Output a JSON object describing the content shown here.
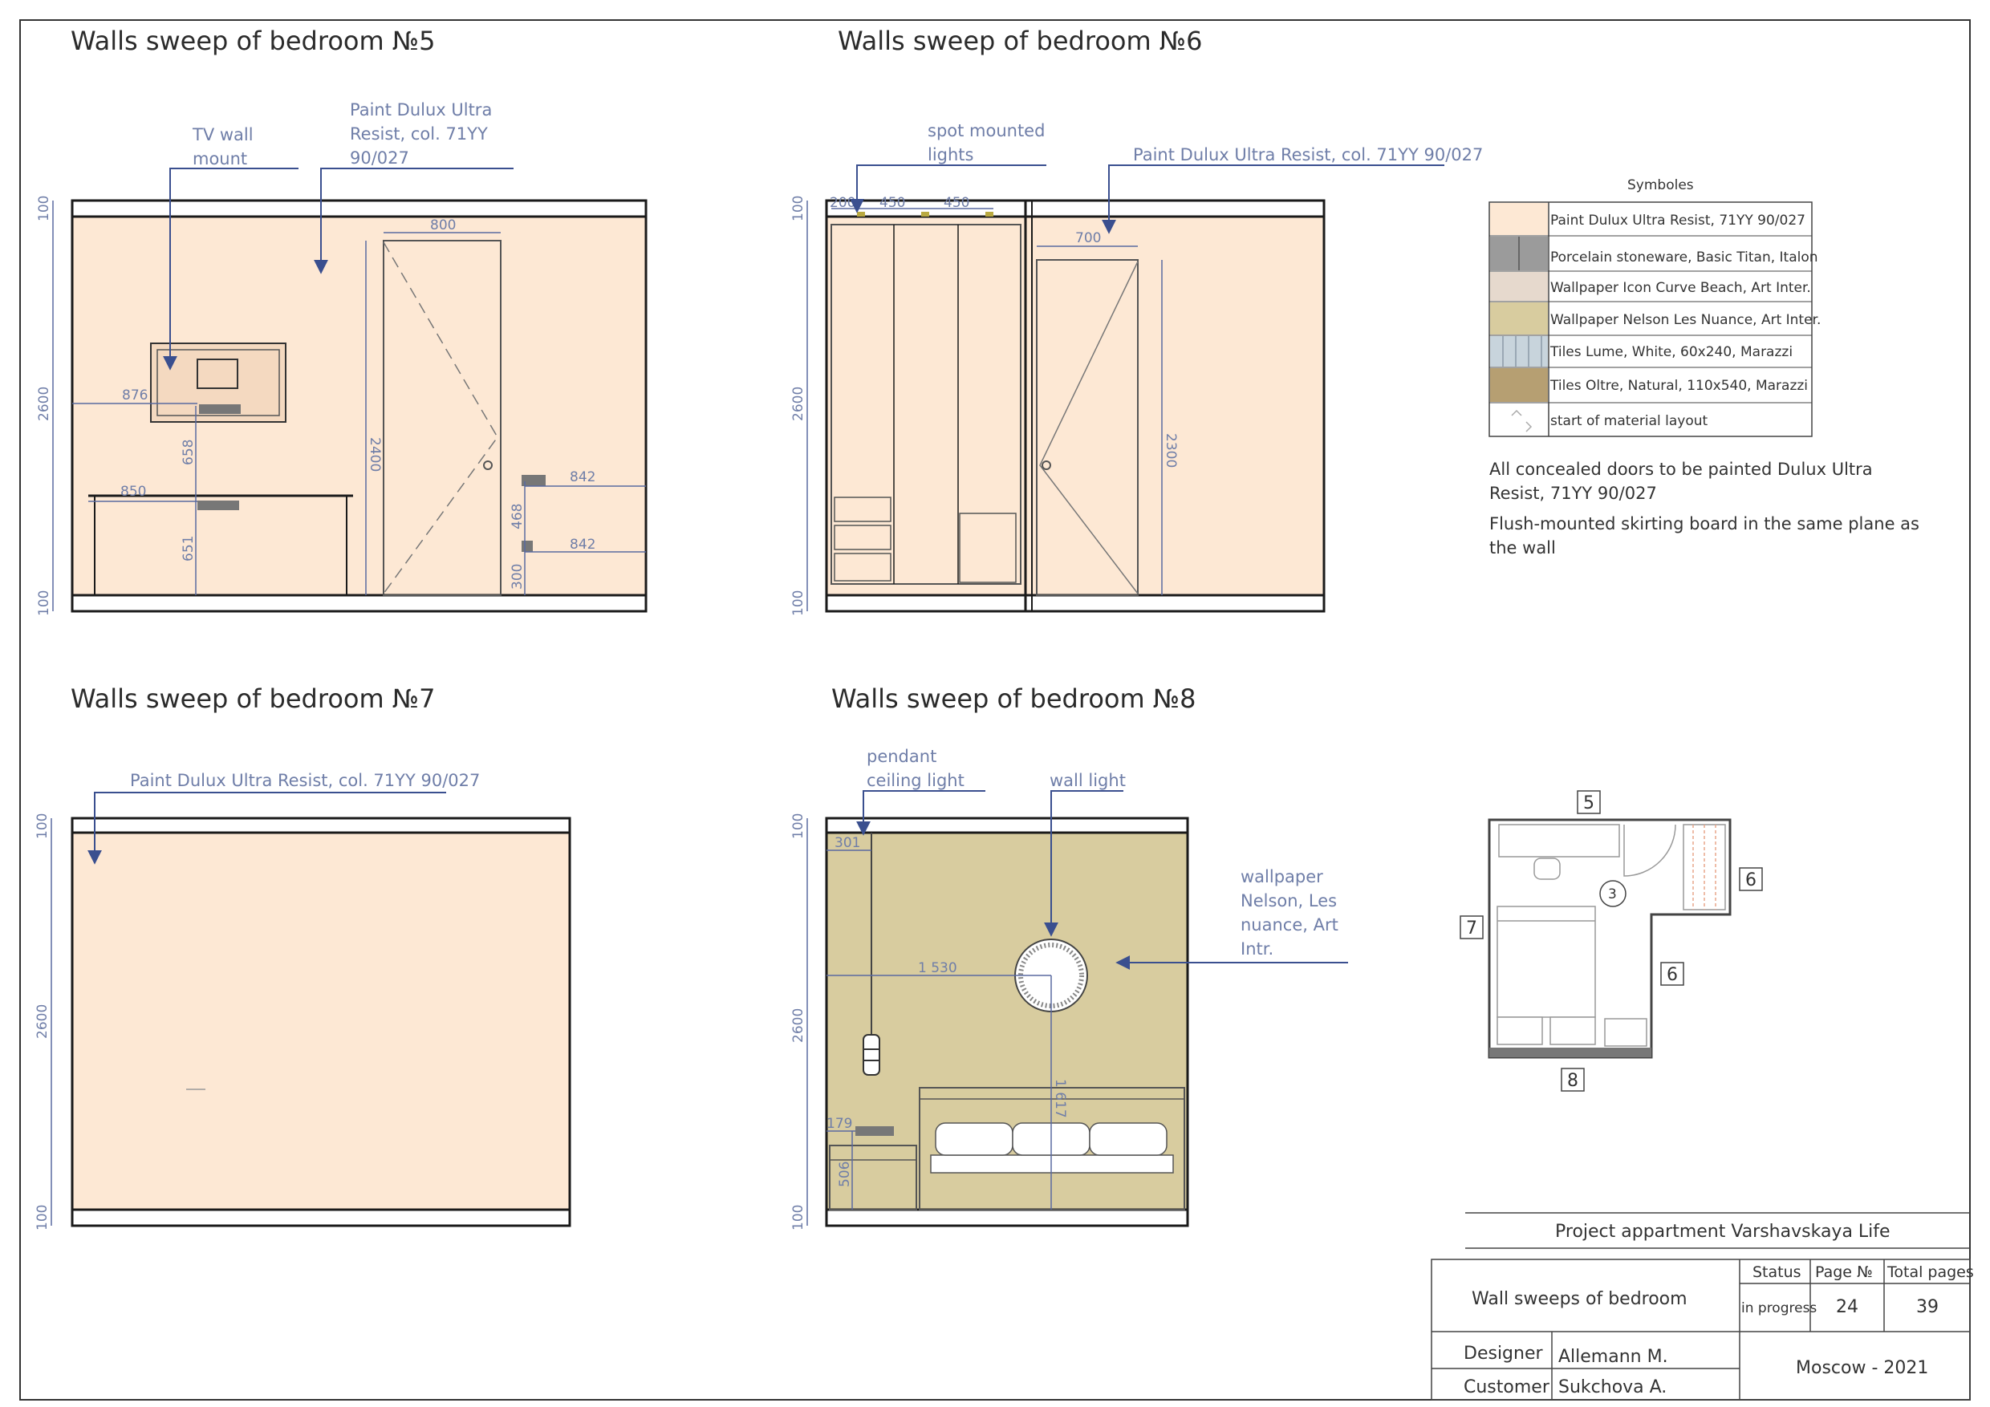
{
  "colors": {
    "paint": "#fde8d4",
    "wallpaper": "#d8cc9f",
    "porcelain": "#9b9b9b",
    "wallpaper_icon": "#e6d9cd",
    "tiles_lume": "#c8d4dc",
    "tiles_oltre": "#b69f72",
    "annotation": "#6f7ea8",
    "line": "#1a1a1a"
  },
  "sheet": {
    "titles": {
      "b5": "Walls sweep of bedroom №5",
      "b6": "Walls sweep of bedroom №6",
      "b7": "Walls sweep of bedroom №7",
      "b8": "Walls sweep of bedroom №8"
    }
  },
  "b5": {
    "tv_note": [
      "TV wall",
      "mount"
    ],
    "paint_note": [
      "Paint Dulux Ultra",
      "Resist, col. 71YY",
      "90/027"
    ],
    "dims": {
      "top": "100",
      "height": "2600",
      "bottom": "100",
      "door_w": "800",
      "door_h": "2400",
      "tv_x": "876",
      "tv_h": "658",
      "desk_w": "850",
      "desk_h": "651",
      "sw1": "842",
      "sw2": "842",
      "sw_gap": "468",
      "sw_low": "300"
    }
  },
  "b6": {
    "lights_note": [
      "spot mounted",
      "lights"
    ],
    "paint_note": "Paint Dulux Ultra Resist, col. 71YY 90/027",
    "dims": {
      "top": "100",
      "height": "2600",
      "bottom": "100",
      "d200": "200",
      "d450a": "450",
      "d450b": "450",
      "door_w": "700",
      "door_h": "2300"
    }
  },
  "b7": {
    "paint_note": "Paint Dulux Ultra Resist, col. 71YY 90/027",
    "dims": {
      "top": "100",
      "height": "2600",
      "bottom": "100"
    }
  },
  "b8": {
    "pendant_note": [
      "pendant",
      "ceiling light"
    ],
    "wall_light_note": "wall light",
    "wallpaper_note": [
      "wallpaper",
      "Nelson, Les",
      "nuance, Art",
      "Intr."
    ],
    "dims": {
      "top": "100",
      "height": "2600",
      "bottom": "100",
      "d301": "301",
      "d1530": "1 530",
      "d1617": "1 617",
      "d179": "179",
      "d506": "506"
    }
  },
  "legend": {
    "title": "Symboles",
    "items": [
      {
        "label": "Paint Dulux Ultra Resist, 71YY 90/027",
        "color": "#fde8d4"
      },
      {
        "label": "Porcelain stoneware, Basic Titan, Italon",
        "color": "#9b9b9b"
      },
      {
        "label": "Wallpaper Icon Curve Beach, Art  Inter.",
        "color": "#e6d9cd"
      },
      {
        "label": "Wallpaper Nelson Les Nuance, Art Inter.",
        "color": "#d8cc9f"
      },
      {
        "label": "Tiles Lume, White, 60x240, Marazzi",
        "color": "#c8d4dc"
      },
      {
        "label": "Tiles Oltre, Natural, 110x540, Marazzi",
        "color": "#b69f72"
      },
      {
        "label": "start of material layout",
        "color": "#ffffff"
      }
    ]
  },
  "notes": [
    [
      "All concealed doors to be painted Dulux Ultra",
      "Resist, 71YY 90/027"
    ],
    [
      "Flush-mounted skirting board in the same plane as",
      "the wall"
    ]
  ],
  "plan": {
    "labels": {
      "n5": "5",
      "n6a": "6",
      "n6b": "6",
      "n7": "7",
      "n8": "8",
      "room": "3"
    }
  },
  "title_block": {
    "project": "Project appartment Varshavskaya Life",
    "drawing": "Wall sweeps of bedroom",
    "status_h": "Status",
    "page_h": "Page №",
    "total_h": "Total pages",
    "status": "in progress",
    "page": "24",
    "total": "39",
    "designer_h": "Designer",
    "designer": "Allemann M.",
    "customer_h": "Customer",
    "customer": "Sukchova A.",
    "city": "Moscow - 2021"
  }
}
